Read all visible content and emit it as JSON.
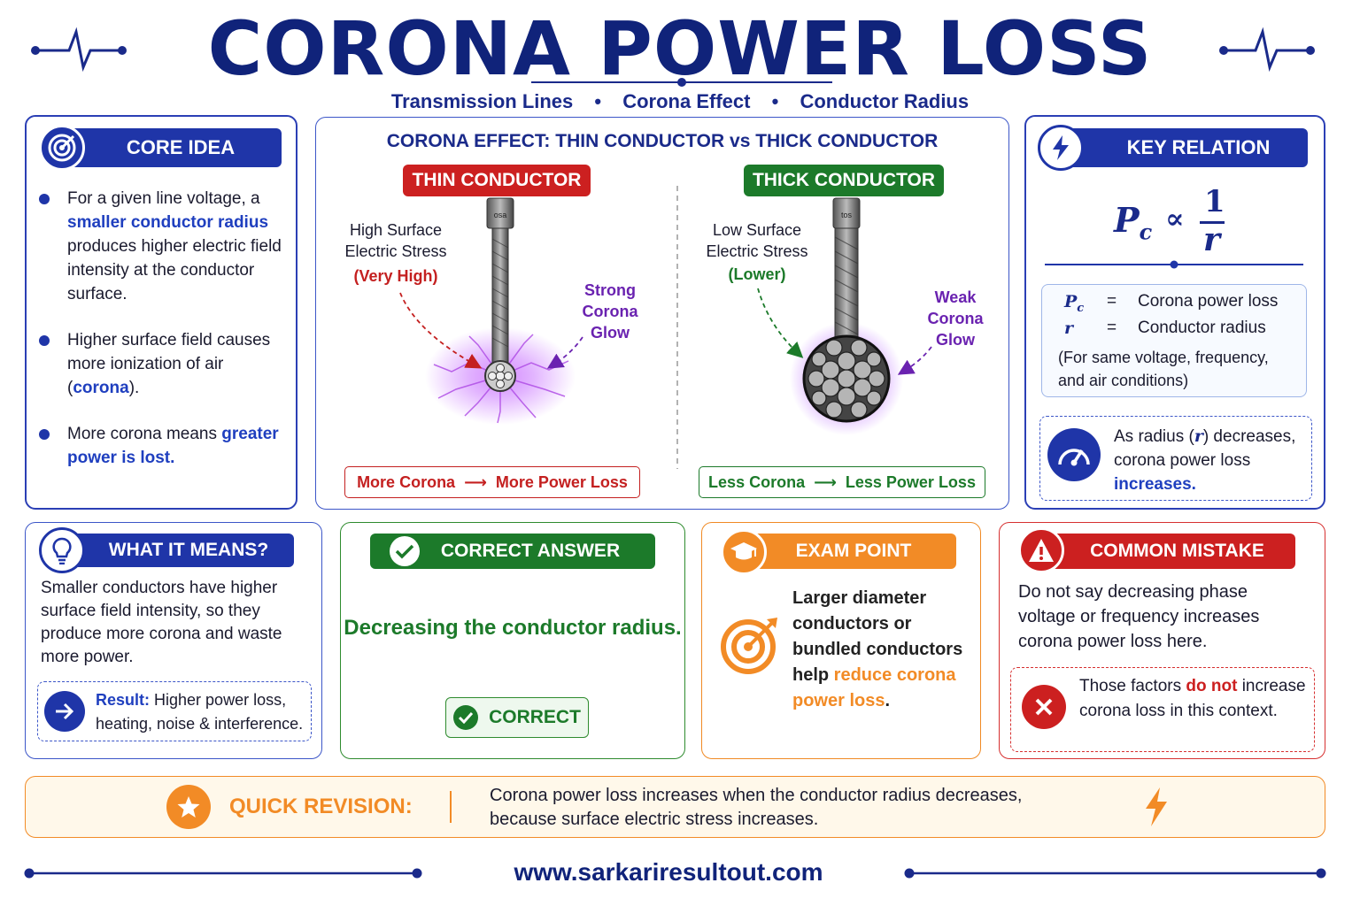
{
  "header": {
    "title": "CORONA POWER LOSS",
    "subtitle": [
      "Transmission  Lines",
      "Corona Effect",
      "Conductor Radius"
    ],
    "subtitle_sep": "•"
  },
  "core_idea": {
    "heading": "CORE IDEA",
    "icon": "target-icon",
    "bullets": [
      {
        "pre": "For a given line voltage, a ",
        "hl": "smaller conductor radius",
        "post": " produces higher electric field intensity at the conductor surface."
      },
      {
        "pre": "Higher surface field causes more ionization of air (",
        "hl": "corona",
        "post": ")."
      },
      {
        "pre": "More corona means ",
        "hl": "greater power is lost.",
        "post": ""
      }
    ]
  },
  "effect": {
    "heading": "CORONA EFFECT: THIN CONDUCTOR vs THICK CONDUCTOR",
    "thin": {
      "label": "THIN CONDUCTOR",
      "stress_line1": "High Surface",
      "stress_line2": "Electric Stress",
      "stress_level": "(Very High)",
      "glow_line1": "Strong",
      "glow_line2": "Corona",
      "glow_line3": "Glow",
      "result_a": "More Corona",
      "arrow": "⟶",
      "result_b": "More Power Loss",
      "cap_text": "osa"
    },
    "thick": {
      "label": "THICK CONDUCTOR",
      "stress_line1": "Low Surface",
      "stress_line2": "Electric Stress",
      "stress_level": "(Lower)",
      "glow_line1": "Weak",
      "glow_line2": "Corona",
      "glow_line3": "Glow",
      "result_a": "Less Corona",
      "arrow": "⟶",
      "result_b": "Less Power Loss",
      "cap_text": "tos"
    }
  },
  "key_relation": {
    "heading": "KEY RELATION",
    "icon": "lightning-icon",
    "formula_lhs": "P",
    "formula_sub": "c",
    "formula_op": "∝",
    "formula_num": "1",
    "formula_den": "r",
    "def_pc_sym": "P",
    "def_pc_sub": "c",
    "def_eq": "=",
    "def_pc": "Corona power loss",
    "def_r_sym": "r",
    "def_r": "Conductor radius",
    "def_note": "(For same voltage, frequency, and air conditions)",
    "note_pre": "As radius (",
    "note_sym": "r",
    "note_mid": ") decreases, corona power loss ",
    "note_hl": "increases."
  },
  "means": {
    "heading": "WHAT IT MEANS?",
    "icon": "lightbulb-icon",
    "body": "Smaller conductors have higher surface field intensity, so they produce more corona and waste more power.",
    "result_label": "Result:",
    "result_text": " Higher power loss, heating, noise & interference."
  },
  "answer": {
    "heading": "CORRECT ANSWER",
    "icon": "check-icon",
    "text": "Decreasing the conductor radius.",
    "badge": "CORRECT"
  },
  "exam": {
    "heading": "EXAM POINT",
    "icon": "graduation-cap-icon",
    "text_pre": "Larger diameter conductors or bundled conductors help ",
    "text_hl": "reduce corona power loss",
    "text_post": "."
  },
  "mistake": {
    "heading": "COMMON MISTAKE",
    "icon": "warning-icon",
    "body": "Do not say decreasing phase voltage or frequency increases corona power loss here.",
    "note_pre": "Those factors ",
    "note_hl": "do not",
    "note_post": " increase corona loss in this context."
  },
  "revision": {
    "label": "QUICK REVISION:",
    "icon": "star-icon",
    "text": "Corona power loss increases when the conductor radius decreases, because surface electric stress increases."
  },
  "footer": {
    "url": "www.sarkariresultout.com"
  },
  "colors": {
    "navy": "#10237a",
    "blue": "#1f35a8",
    "green": "#1c7a2a",
    "orange": "#f28b26",
    "red": "#cc2020",
    "purple": "#7a2bbf"
  }
}
